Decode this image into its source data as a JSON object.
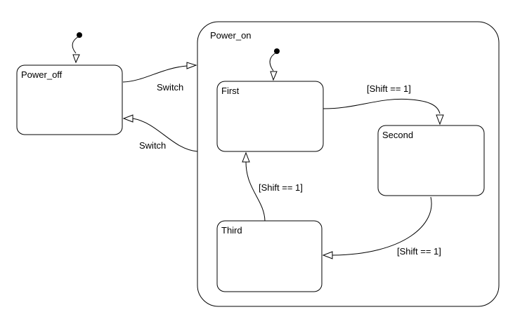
{
  "states": {
    "power_off": "Power_off",
    "power_on": "Power_on",
    "first": "First",
    "second": "Second",
    "third": "Third"
  },
  "transitions": {
    "off_to_on": "Switch",
    "on_to_off": "Switch",
    "first_to_second": "[Shift == 1]",
    "second_to_third": "[Shift == 1]",
    "third_to_first": "[Shift == 1]"
  }
}
